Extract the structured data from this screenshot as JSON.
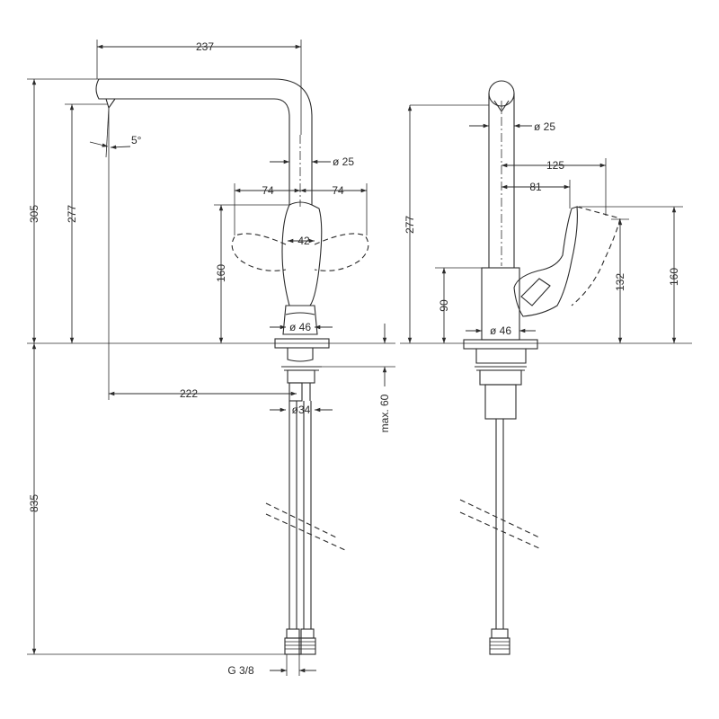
{
  "drawing": {
    "front_view": {
      "dims": {
        "spout_reach": "237",
        "overall_height": "305",
        "spout_height": "277",
        "spout_angle": "5°",
        "spout_diameter": "ø 25",
        "handle_left": "74",
        "handle_right": "74",
        "handle_width": "42",
        "body_height": "160",
        "base_diameter": "ø 46",
        "outlet_offset": "222",
        "shank_diameter": "ø34",
        "max_deck": "max. 60",
        "hose_length": "835",
        "thread": "G 3/8"
      }
    },
    "side_view": {
      "dims": {
        "spout_diameter": "ø 25",
        "lever_reach": "125",
        "lever_pivot": "81",
        "outlet_height": "277",
        "lever_top": "132",
        "handle_height": "160",
        "body_height": "90",
        "base_diameter": "ø 46"
      }
    }
  }
}
